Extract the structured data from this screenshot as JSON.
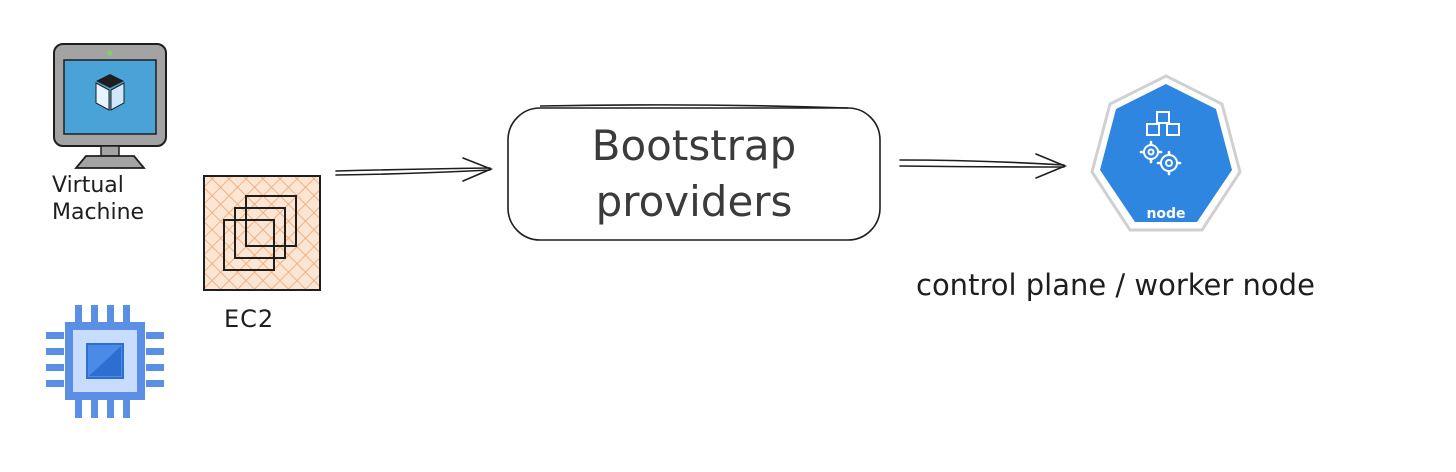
{
  "vm": {
    "label_line1": "Virtual",
    "label_line2": "Machine"
  },
  "ec2": {
    "label": "EC2"
  },
  "bootstrap": {
    "line1": "Bootstrap",
    "line2": "providers"
  },
  "node": {
    "badge": "node",
    "caption": "control plane / worker node"
  },
  "colors": {
    "stroke": "#1e1e1e",
    "monitor_body": "#9e9e9e",
    "monitor_screen": "#4aa3d6",
    "ec2_hatch": "#f0a56b",
    "chip_blue": "#5b8fe6",
    "chip_light": "#c8dcff",
    "k8s_blue": "#2f86e0"
  },
  "icons": [
    "virtual-machine-monitor-icon",
    "cpu-chip-icon",
    "ec2-instance-icon",
    "kubernetes-node-icon"
  ]
}
